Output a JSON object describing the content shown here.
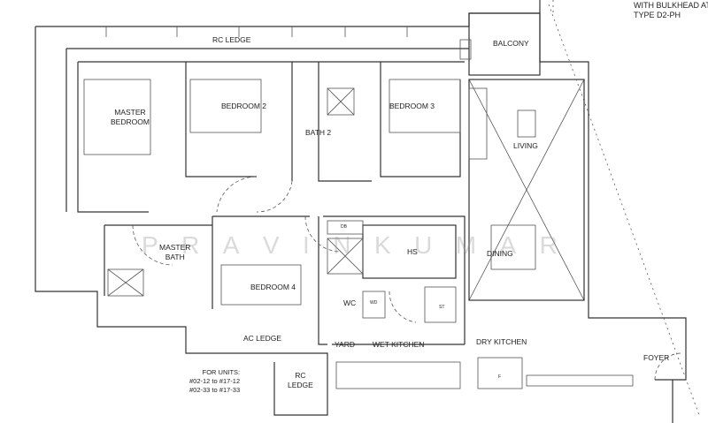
{
  "plan": {
    "note_top_right": [
      "WITH BULKHEAD AT",
      "TYPE D2-PH"
    ],
    "rooms": {
      "rc_ledge_top": "RC LEDGE",
      "balcony": "BALCONY",
      "master_bedroom": [
        "MASTER",
        "BEDROOM"
      ],
      "bedroom2": "BEDROOM 2",
      "bath2": "BATH 2",
      "bedroom3": "BEDROOM 3",
      "living": "LIVING",
      "master_bath": [
        "MASTER",
        "BATH"
      ],
      "bedroom4": "BEDROOM 4",
      "db": "DB",
      "hs": "HS",
      "dining": "DINING",
      "wc": "WC",
      "wd": "WD",
      "st": "ST",
      "ac_ledge": "AC LEDGE",
      "yard": "YARD",
      "wet_kitchen": "WET KITCHEN",
      "dry_kitchen": "DRY KITCHEN",
      "foyer": "FOYER",
      "rc_ledge_bottom": [
        "RC",
        "LEDGE"
      ],
      "fridge": "F"
    },
    "units_note": [
      "FOR UNITS:",
      "#02-12 to #17-12",
      "#02-33 to #17-33"
    ],
    "watermark": [
      "P",
      "R",
      "A",
      "V",
      "I",
      "N",
      "K",
      "U",
      "M",
      "A",
      "R"
    ]
  }
}
